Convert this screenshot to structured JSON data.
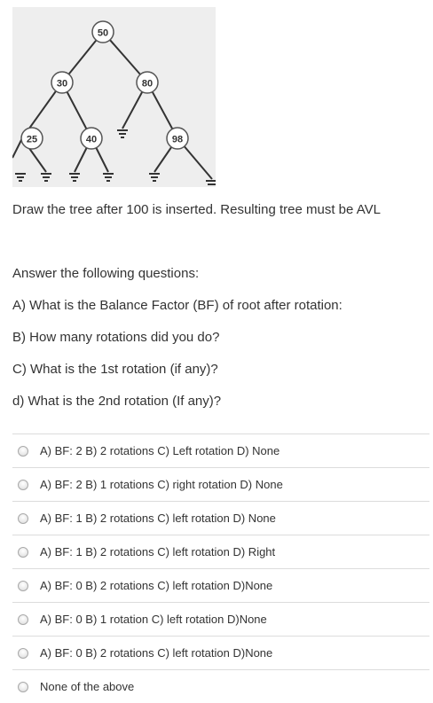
{
  "figure": {
    "nodes": [
      {
        "id": "n50",
        "label": "50"
      },
      {
        "id": "n30",
        "label": "30"
      },
      {
        "id": "n80",
        "label": "80"
      },
      {
        "id": "n25",
        "label": "25"
      },
      {
        "id": "n40",
        "label": "40"
      },
      {
        "id": "n98",
        "label": "98"
      }
    ],
    "background": "#eeeeee",
    "node_fill": "#ffffff",
    "edge_color": "#333333"
  },
  "question": {
    "prompt": "Draw the tree after 100 is inserted. Resulting tree must be AVL",
    "instructions": "Answer the following questions:",
    "parts": [
      "A) What is the Balance Factor (BF) of root after rotation:",
      "B) How many rotations did you do?",
      "C) What is the 1st rotation (if any)?",
      "d) What is the 2nd rotation  (If any)?"
    ]
  },
  "options": [
    "A) BF: 2 B) 2 rotations C) Left rotation D) None",
    "A) BF: 2 B) 1 rotations C) right rotation D) None",
    "A) BF: 1 B) 2 rotations C) left rotation D) None",
    "A) BF: 1 B) 2 rotations C) left rotation D) Right",
    "A) BF: 0 B) 2 rotations C) left rotation D)None",
    "A) BF: 0 B) 1 rotation C) left rotation D)None",
    "A) BF: 0 B) 2 rotations C) left rotation D)None",
    "None of the above"
  ]
}
